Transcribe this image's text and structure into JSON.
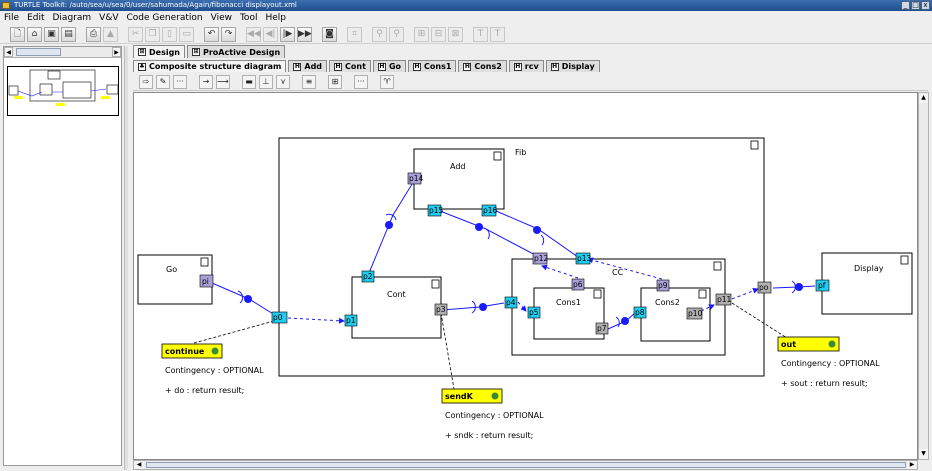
{
  "window": {
    "title": "TURTLE Toolkit: /auto/sea/u/sea/0/user/sahumada/Again/fibonacci displayout.xml",
    "btn_min": "_",
    "btn_max": "□",
    "btn_close": "x"
  },
  "menu": [
    "File",
    "Edit",
    "Diagram",
    "V&V",
    "Code Generation",
    "View",
    "Tool",
    "Help"
  ],
  "top_tabs": [
    {
      "label": "Design",
      "active": true
    },
    {
      "label": "ProActive Design",
      "active": false
    }
  ],
  "diagram_tabs": [
    {
      "label": "Composite structure diagram",
      "active": true
    },
    {
      "label": "Add"
    },
    {
      "label": "Cont"
    },
    {
      "label": "Go"
    },
    {
      "label": "Cons1"
    },
    {
      "label": "Cons2"
    },
    {
      "label": "rcv"
    },
    {
      "label": "Display"
    }
  ],
  "scroll_arrows": {
    "left": "◀",
    "right": "▶",
    "up": "▲",
    "down": "▼"
  },
  "diagram": {
    "components": {
      "fib": "Fib",
      "add": "Add",
      "cont": "Cont",
      "cc": "CC",
      "cons1": "Cons1",
      "cons2": "Cons2",
      "go": "Go",
      "display": "Display"
    },
    "ports": {
      "p14": "p14",
      "p15": "p15",
      "p16": "p16",
      "p12": "p12",
      "p13": "p13",
      "p2": "p2",
      "p1": "p1",
      "p3": "p3",
      "p4": "p4",
      "p5": "p5",
      "p6": "p6",
      "p9": "p9",
      "p7": "p7",
      "p8": "p8",
      "p10": "p10",
      "p11": "p11",
      "po": "po",
      "pf": "pf",
      "pi": "pi",
      "p0": "p0"
    },
    "notes": [
      {
        "tag": "continue",
        "contingency": "Contingency : OPTIONAL",
        "method": "+ do : return result;"
      },
      {
        "tag": "sendK",
        "contingency": "Contingency : OPTIONAL",
        "method": "+ sndk : return result;"
      },
      {
        "tag": "out",
        "contingency": "Contingency : OPTIONAL",
        "method": "+ sout : return result;"
      }
    ]
  },
  "colors": {
    "port_blue": "#22ccee",
    "port_gray": "#b0b0b0",
    "port_purple": "#a9a0d8",
    "note_yellow": "#ffff00",
    "connector": "#1a1aff"
  }
}
